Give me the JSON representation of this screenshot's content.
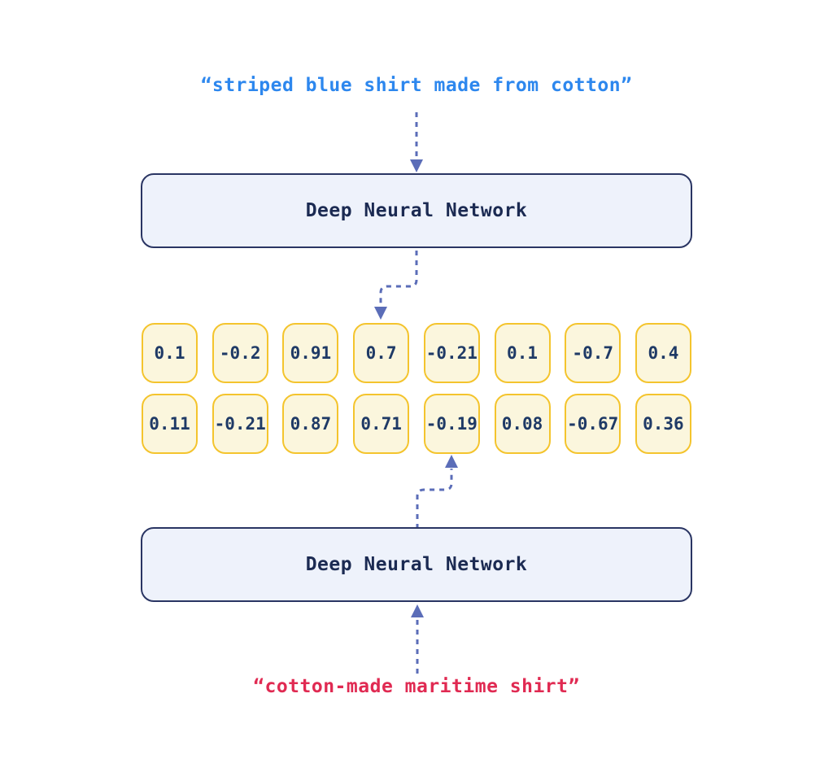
{
  "diagram": {
    "title_hint": "dual-encoder text embedding diagram",
    "colors": {
      "query_text": "#2d87ee",
      "document_text": "#e02a52",
      "arrow": "#5b6db8",
      "network_box_bg": "#eef2fb",
      "network_box_border": "#2a3563",
      "network_text": "#1b2a52",
      "vector_box_bg": "#fbf6dd",
      "vector_box_border": "#f4c42d",
      "vector_text": "#1f3a66"
    },
    "query_label": "“striped blue shirt made from cotton”",
    "document_label": "“cotton-made maritime shirt”",
    "top_network_label": "Deep Neural Network",
    "bottom_network_label": "Deep Neural Network",
    "embeddings": {
      "row1": [
        "0.1",
        "-0.2",
        "0.91",
        "0.7",
        "-0.21",
        "0.1",
        "-0.7",
        "0.4"
      ],
      "row2": [
        "0.11",
        "-0.21",
        "0.87",
        "0.71",
        "-0.19",
        "0.08",
        "-0.67",
        "0.36"
      ]
    }
  }
}
